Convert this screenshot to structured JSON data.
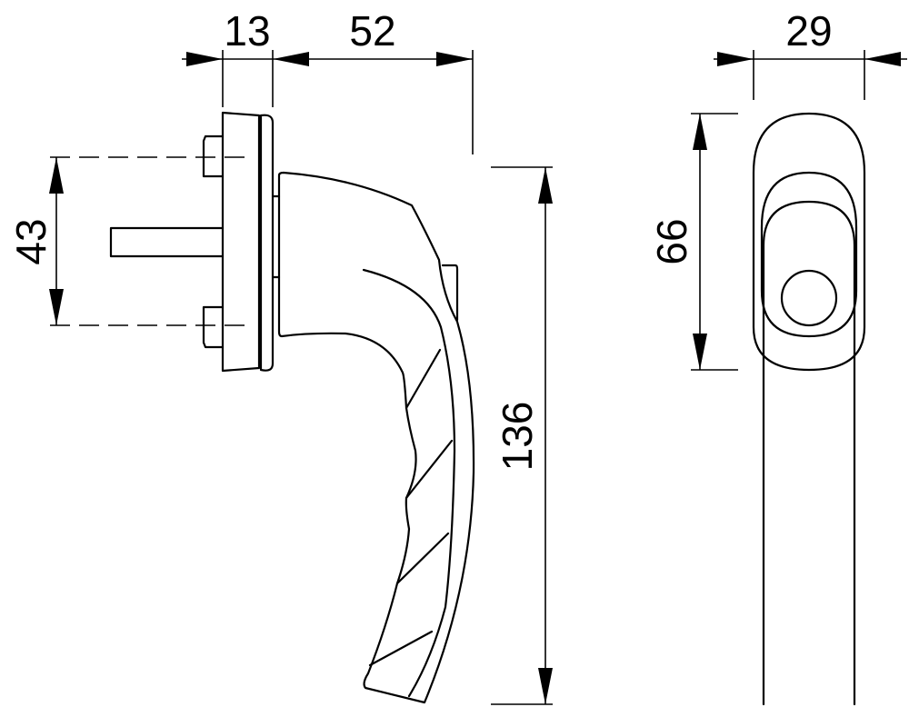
{
  "title": "Window handle dimension drawing",
  "dimensions": {
    "rose_depth": "13",
    "handle_projection": "52",
    "bolt_spacing": "43",
    "total_length": "136",
    "rose_width": "29",
    "rose_height": "66"
  },
  "colors": {
    "line": "#000000",
    "background": "#ffffff"
  }
}
